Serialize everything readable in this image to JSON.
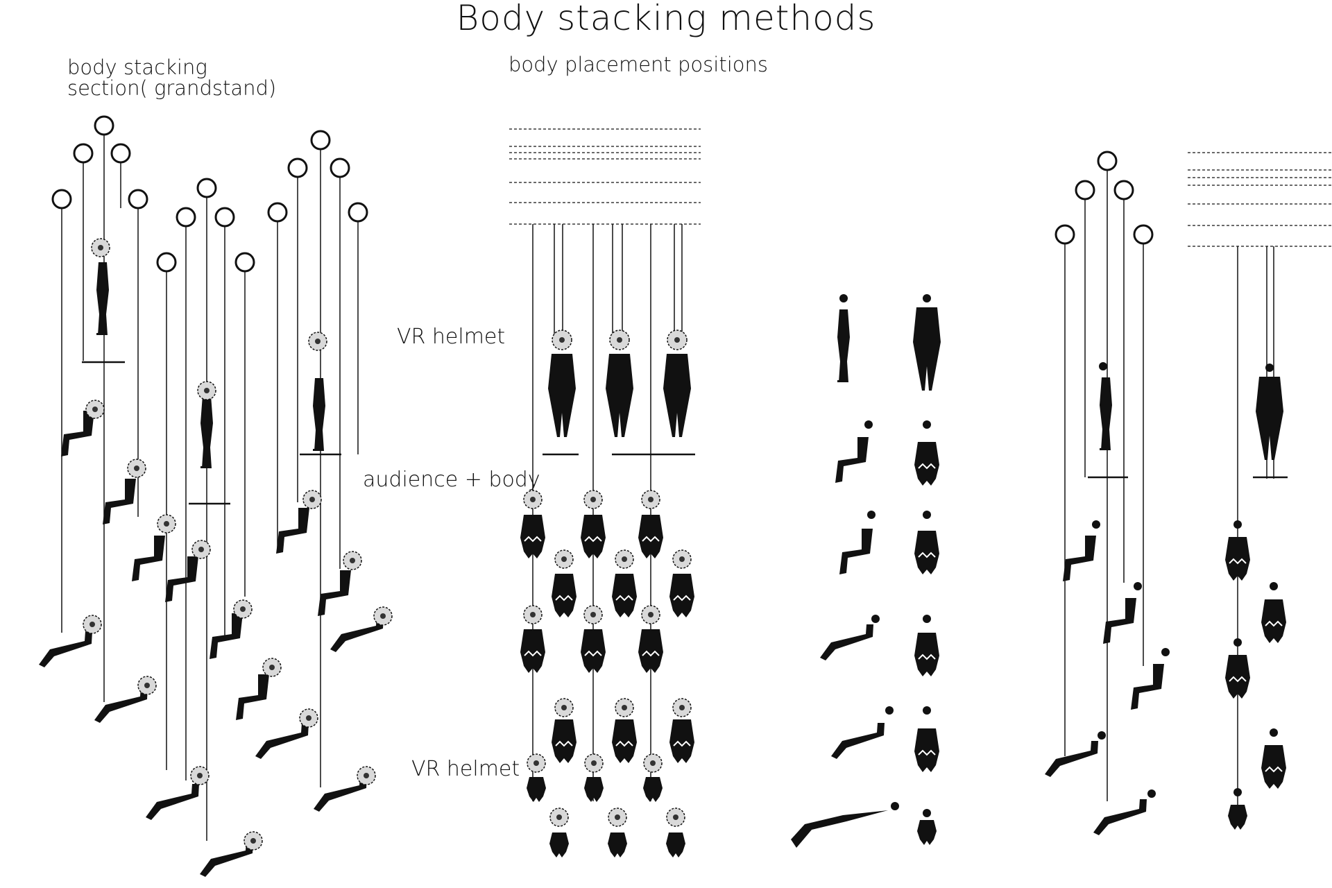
{
  "title": "Body stacking methods",
  "labels": {
    "grandstand_section": "body stacking\nsection( grandstand)",
    "placement_positions": "body placement positions",
    "vr_helmet_top": "VR helmet",
    "audience_body": "audience + body",
    "vr_helmet_bottom": "VR helmet"
  },
  "colors": {
    "ink": "#111111",
    "helmet_fill": "#d9d9d9",
    "background": "#ffffff"
  }
}
